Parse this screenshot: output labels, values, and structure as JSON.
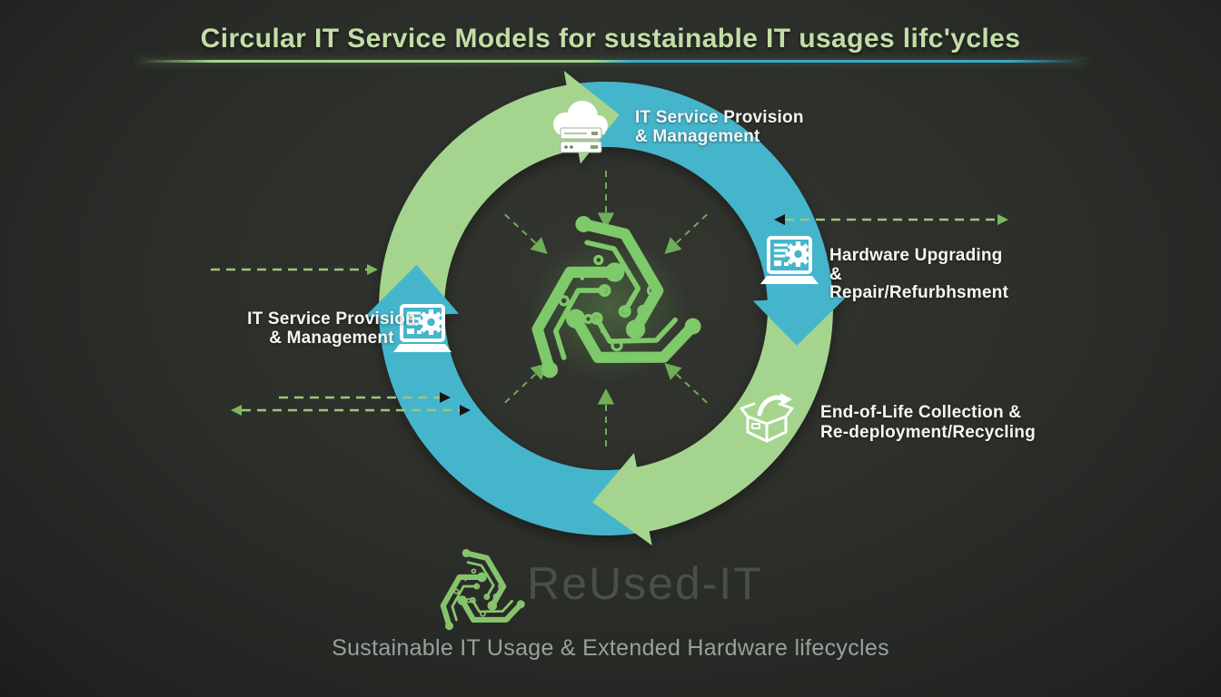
{
  "title": "Circular IT Service Models for sustainable IT usages lifc'ycles",
  "cycle": {
    "stages": [
      {
        "id": "top",
        "icon": "cloud-server-icon",
        "label_lines": [
          "IT Service Provision",
          "& Management"
        ]
      },
      {
        "id": "right",
        "icon": "laptop-gear-icon",
        "label_lines": [
          "Hardware Upgrading",
          "&",
          "Repair/Refurbhsment"
        ]
      },
      {
        "id": "bottom-right",
        "icon": "open-box-icon",
        "label_lines": [
          "End-of-Life Collection &",
          "Re-deployment/Recycling"
        ]
      },
      {
        "id": "left",
        "icon": "laptop-gear-icon",
        "label_lines": [
          "IT Service Provision",
          "& Management"
        ]
      }
    ]
  },
  "center": {
    "icon": "circuit-recycle-icon"
  },
  "logo": {
    "icon": "circuit-recycle-icon",
    "name": "ReUsed-IT",
    "tagline": "Sustainable IT Usage & Extended Hardware lifecycles"
  },
  "colors": {
    "arc_green": "#a5d48f",
    "arc_teal": "#45b5cc",
    "title_green": "#c3dda6",
    "label_white": "#f4f6f3",
    "dashed_green": "#9cc67e",
    "dashed_head_green": "#7eb85e",
    "dashed_head_dark": "#141615",
    "center_green": "#7ec96a",
    "logo_icon_green": "#86c46c",
    "logo_text_gray": "#4a4f4b",
    "tagline_gray": "#9aa09b"
  }
}
